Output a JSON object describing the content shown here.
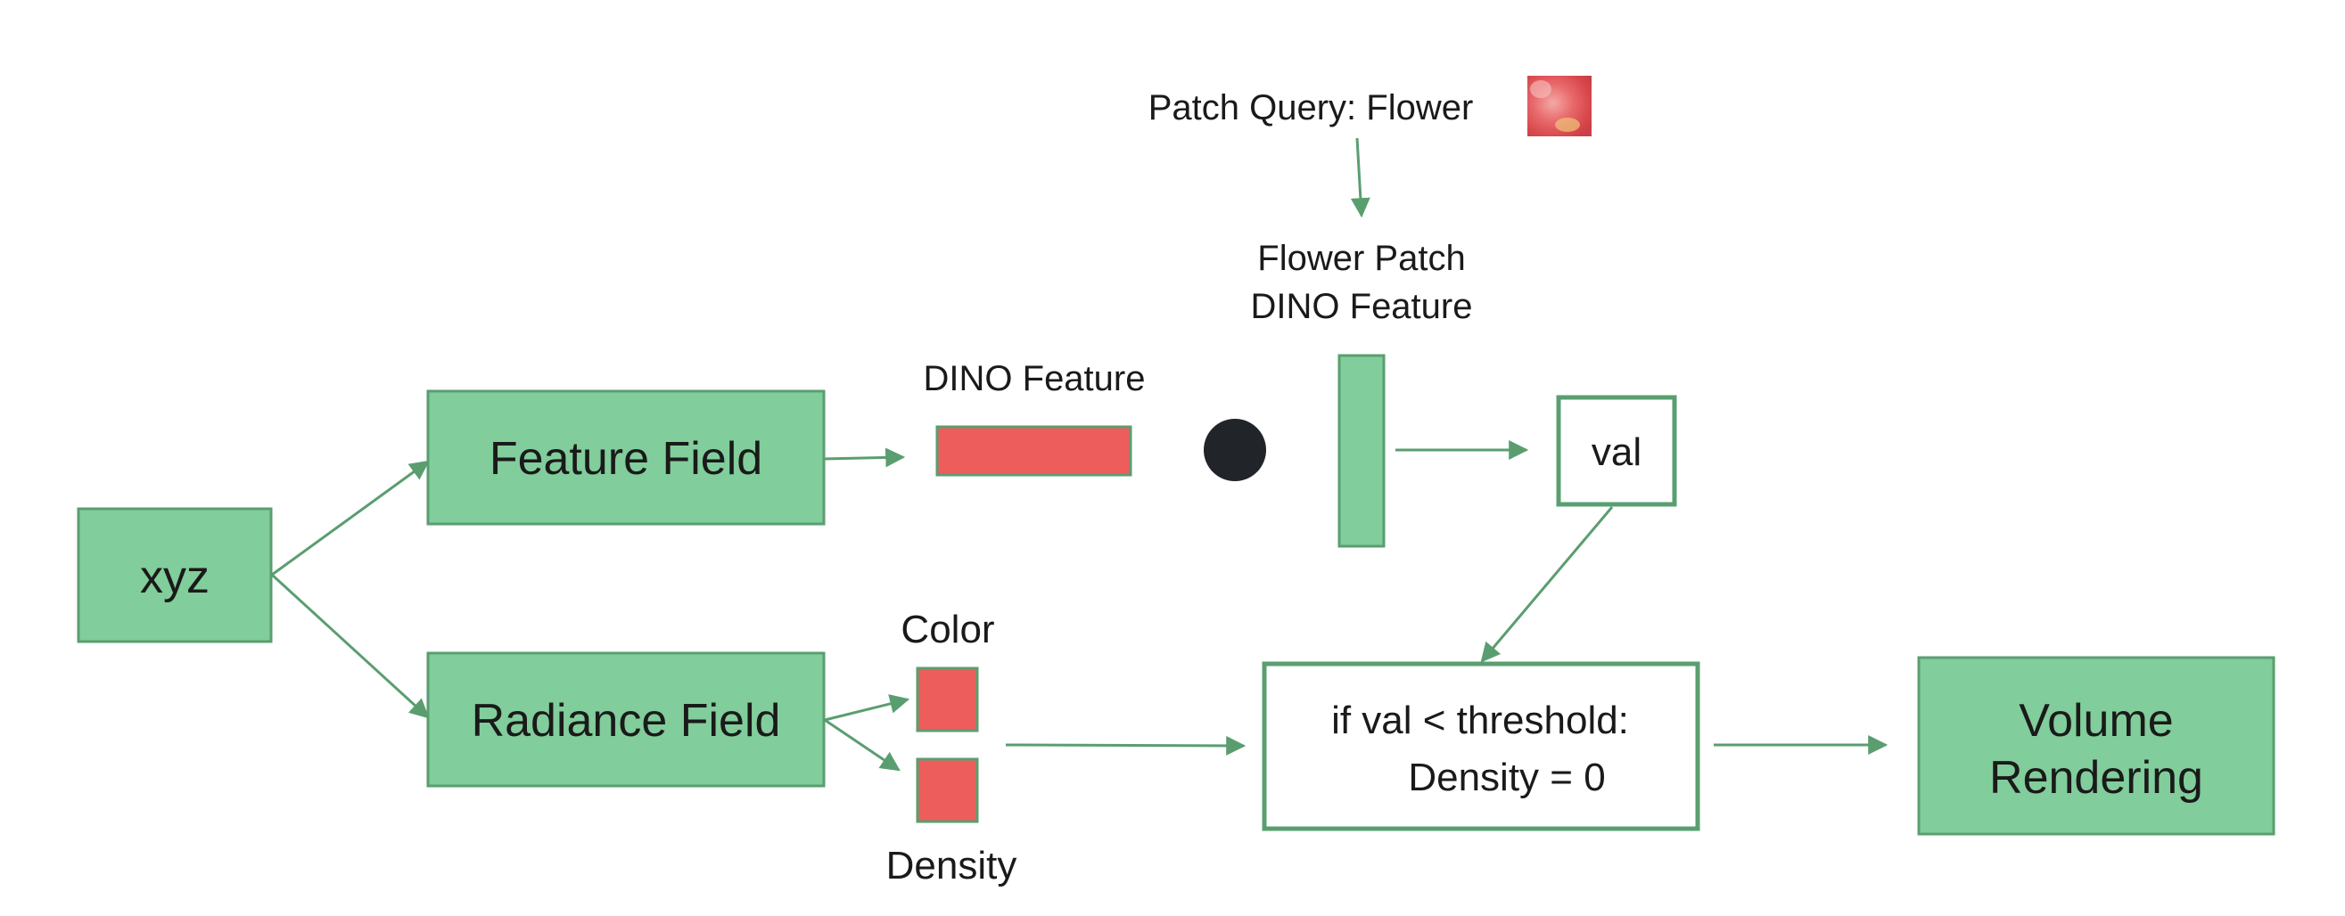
{
  "nodes": {
    "xyz": "xyz",
    "feature_field": "Feature Field",
    "radiance_field": "Radiance Field",
    "val": "val",
    "threshold_line1": "if val < threshold:",
    "threshold_line2": "Density = 0",
    "volume_line1": "Volume",
    "volume_line2": "Rendering"
  },
  "labels": {
    "patch_query": "Patch Query: Flower",
    "flower_patch_line1": "Flower Patch",
    "flower_patch_line2": "DINO Feature",
    "dino_feature": "DINO Feature",
    "color": "Color",
    "density": "Density"
  },
  "colors": {
    "node_green": "#81cd9b",
    "edge_green": "#5a9e70",
    "feature_red": "#ec5d5b",
    "dot_black": "#212529"
  },
  "icons": {
    "dot_product": "filled-circle",
    "flower_patch": "flower-image-thumbnail"
  }
}
